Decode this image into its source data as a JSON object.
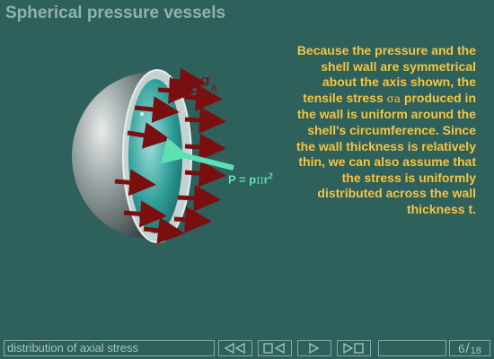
{
  "page": {
    "title": "Spherical pressure vessels"
  },
  "explanation": {
    "before_sigma": "Because the pressure and the shell wall are symmetrical about the axis shown, the tensile stress ",
    "sigma_symbol": "σa",
    "after_sigma": " produced in the wall is uniform around the shell's circumference. Since the wall thickness is relatively thin, we can also assume that the stress is uniformly distributed across the wall thickness t."
  },
  "figure": {
    "stress_symbol": "σ",
    "stress_subscript": "a",
    "force_label_prefix": "P = p",
    "force_label_pi": "π",
    "force_label_r": "r",
    "force_label_exp": "2"
  },
  "navbar": {
    "topic": "distribution of axial stress",
    "current_page": "6",
    "total_pages": "18"
  },
  "colors": {
    "background": "#2e605c",
    "text_highlight": "#f4c542",
    "arrow_stress": "#7a0f0f",
    "arrow_force": "#5fe0b3"
  },
  "icons": {
    "first": "skip-to-first-icon",
    "prev": "previous-icon",
    "next": "next-icon",
    "last": "skip-to-last-icon"
  }
}
